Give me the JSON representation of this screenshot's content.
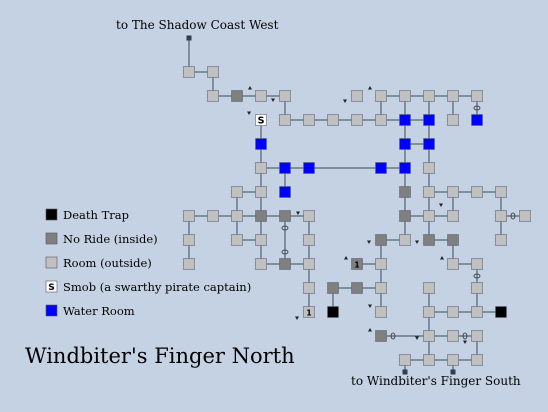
{
  "title": "Windbiter's Finger North",
  "exits": {
    "north": "to The Shadow Coast West",
    "south": "to Windbiter's Finger South"
  },
  "legend": [
    {
      "symbol": "",
      "label": "Death Trap",
      "color": "#000000"
    },
    {
      "symbol": "",
      "label": "No Ride (inside)",
      "color": "#7f7f7f"
    },
    {
      "symbol": "",
      "label": "Room (outside)",
      "color": "#c0c0c0"
    },
    {
      "symbol": "S",
      "label": "Smob (a swarthy pirate captain)",
      "color": "#ffffff"
    },
    {
      "symbol": "",
      "label": "Water Room",
      "color": "#0000ff"
    }
  ],
  "room_markers": [
    "S",
    "1",
    "1"
  ],
  "colors": {
    "background": "#c4d2e4",
    "outside": "#c0c0c0",
    "inside": "#7f7f7f",
    "water": "#0000ff",
    "death": "#000000",
    "smob": "#ffffff",
    "link": "#3a4a5a",
    "exit_marker": "#2b3e55"
  }
}
